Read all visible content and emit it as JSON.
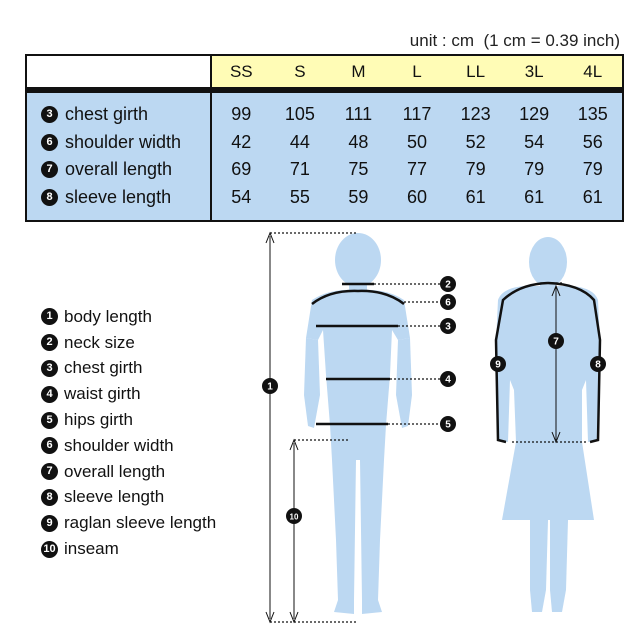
{
  "unit_note": "unit : cm  (1 cm = 0.39 inch)",
  "sizes": [
    "SS",
    "S",
    "M",
    "L",
    "LL",
    "3L",
    "4L"
  ],
  "rows": [
    {
      "num": "3",
      "label": "chest girth",
      "values": [
        "99",
        "105",
        "111",
        "117",
        "123",
        "129",
        "135"
      ]
    },
    {
      "num": "6",
      "label": "shoulder width",
      "values": [
        "42",
        "44",
        "48",
        "50",
        "52",
        "54",
        "56"
      ]
    },
    {
      "num": "7",
      "label": "overall length",
      "values": [
        "69",
        "71",
        "75",
        "77",
        "79",
        "79",
        "79"
      ]
    },
    {
      "num": "8",
      "label": "sleeve length",
      "values": [
        "54",
        "55",
        "59",
        "60",
        "61",
        "61",
        "61"
      ]
    }
  ],
  "legend": [
    {
      "num": "1",
      "label": "body length"
    },
    {
      "num": "2",
      "label": "neck size"
    },
    {
      "num": "3",
      "label": "chest girth"
    },
    {
      "num": "4",
      "label": "waist girth"
    },
    {
      "num": "5",
      "label": "hips girth"
    },
    {
      "num": "6",
      "label": "shoulder width"
    },
    {
      "num": "7",
      "label": "overall length"
    },
    {
      "num": "8",
      "label": "sleeve length"
    },
    {
      "num": "9",
      "label": "raglan sleeve length"
    },
    {
      "num": "10",
      "label": "inseam"
    }
  ],
  "colors": {
    "figure": "#bcd8f2",
    "header": "#fffcb6",
    "body": "#bcd8f2"
  }
}
